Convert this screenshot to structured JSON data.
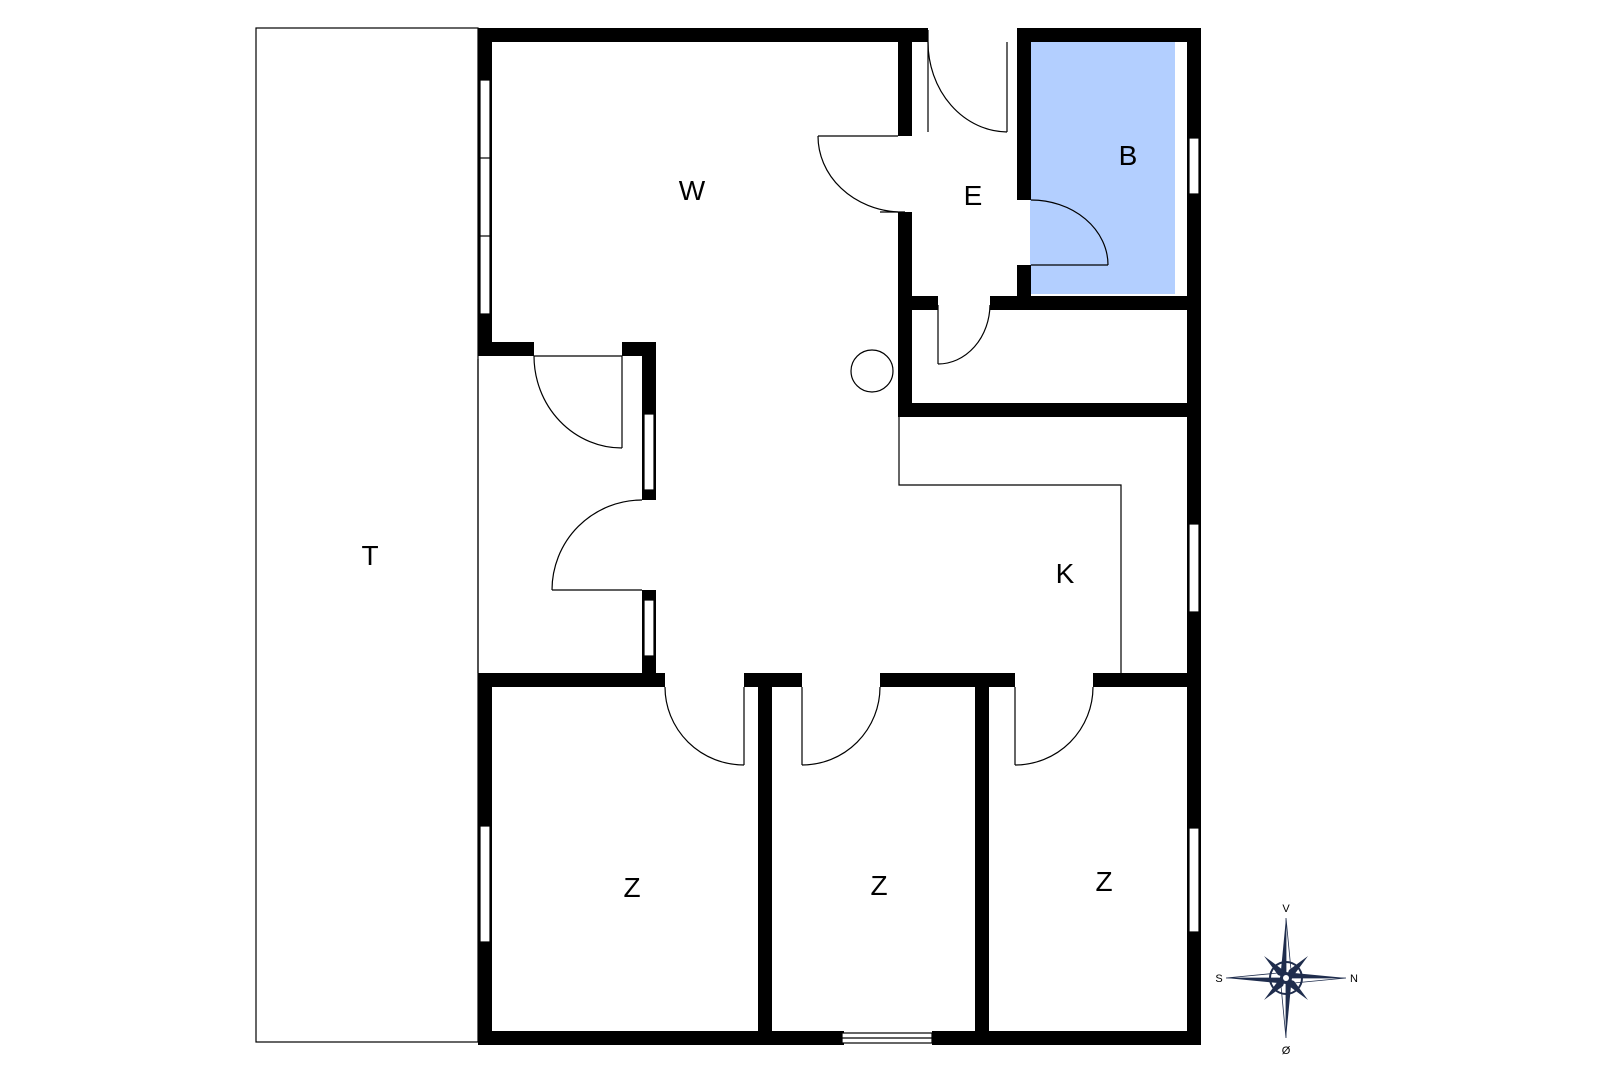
{
  "rooms": {
    "terrace": "T",
    "living": "W",
    "entrance": "E",
    "bath": "B",
    "kitchen": "K",
    "bedroom_1": "Z",
    "bedroom_2": "Z",
    "bedroom_3": "Z"
  },
  "compass": {
    "north": "N",
    "south": "S",
    "east": "Ø",
    "west": "V",
    "color": "#1f2d4d"
  },
  "colors": {
    "wall": "#000000",
    "bath_fill": "#b3cfff"
  }
}
